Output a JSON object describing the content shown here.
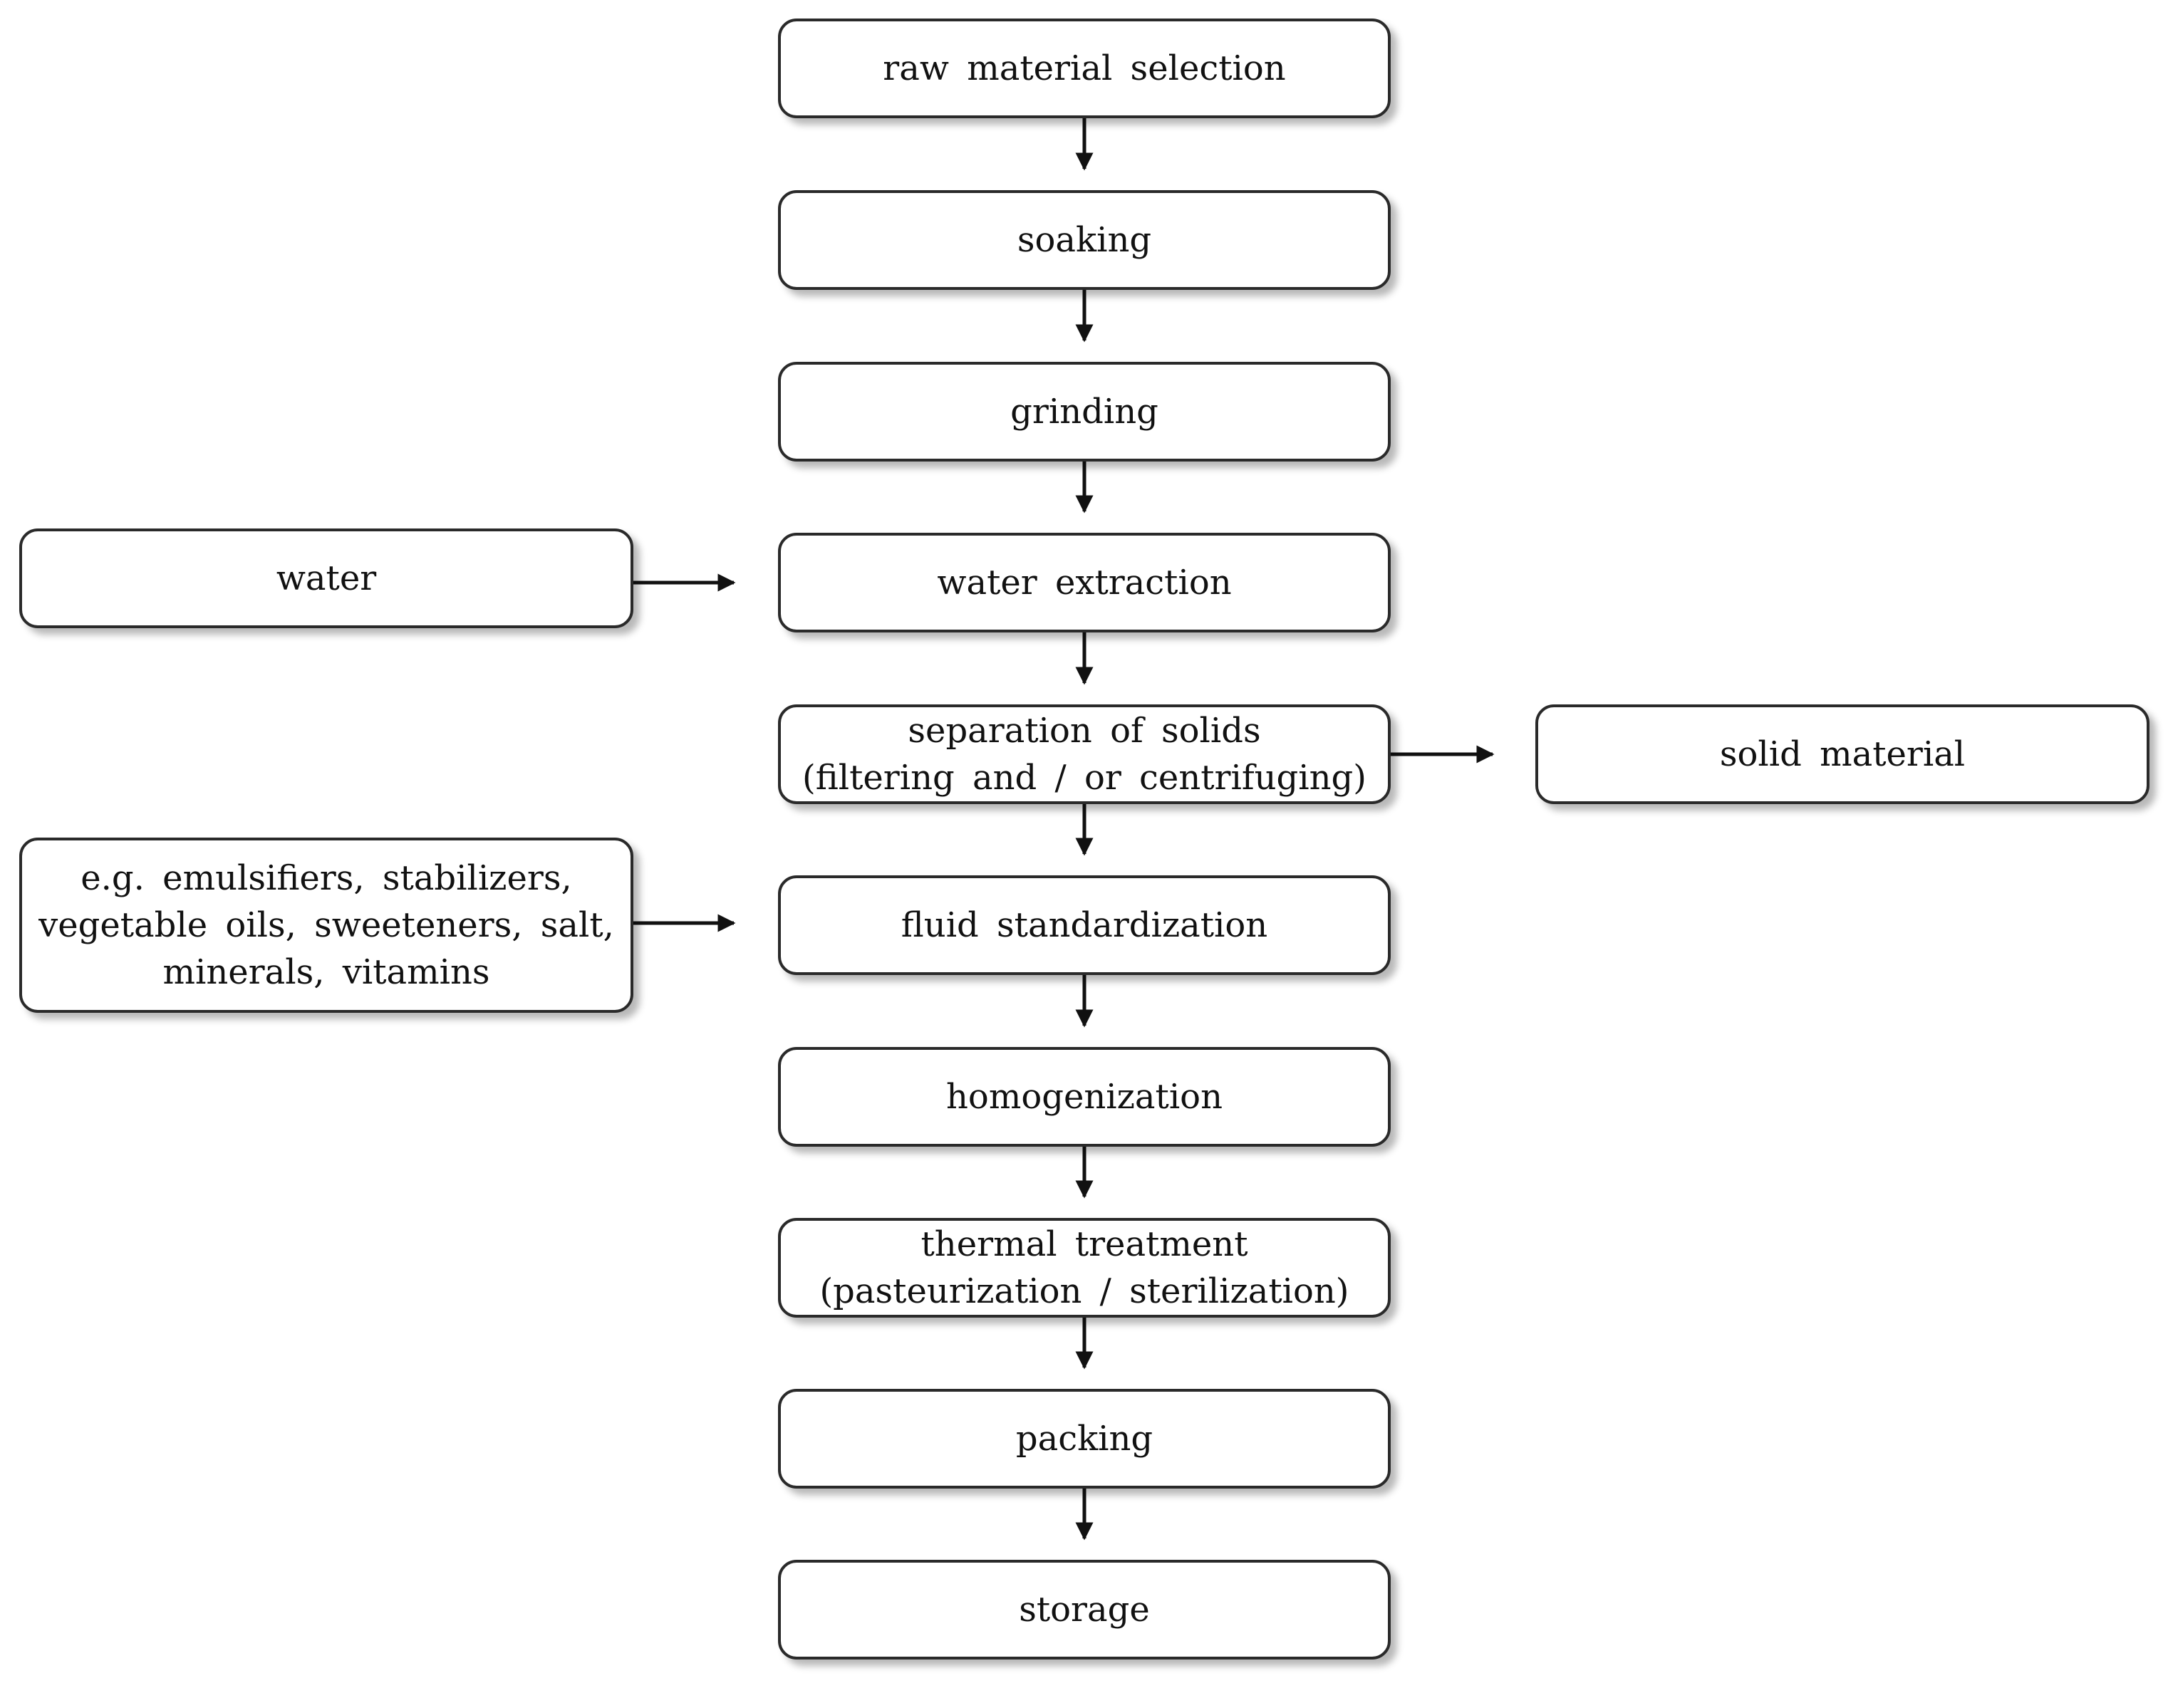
{
  "steps": [
    {
      "id": "raw-material-selection",
      "lines": [
        "raw material selection"
      ]
    },
    {
      "id": "soaking",
      "lines": [
        "soaking"
      ]
    },
    {
      "id": "grinding",
      "lines": [
        "grinding"
      ]
    },
    {
      "id": "water-extraction",
      "lines": [
        "water extraction"
      ]
    },
    {
      "id": "separation-of-solids",
      "lines": [
        "separation of solids",
        "(filtering and / or centrifuging)"
      ]
    },
    {
      "id": "fluid-standardization",
      "lines": [
        "fluid standardization"
      ]
    },
    {
      "id": "homogenization",
      "lines": [
        "homogenization"
      ]
    },
    {
      "id": "thermal-treatment",
      "lines": [
        "thermal treatment",
        "(pasteurization / sterilization)"
      ]
    },
    {
      "id": "packing",
      "lines": [
        "packing"
      ]
    },
    {
      "id": "storage",
      "lines": [
        "storage"
      ]
    }
  ],
  "inputs": {
    "water": {
      "lines": [
        "water"
      ],
      "feeds": "water-extraction"
    },
    "additives": {
      "lines": [
        "e.g. emulsifiers, stabilizers,",
        "vegetable oils, sweeteners, salt,",
        "minerals, vitamins"
      ],
      "feeds": "fluid-standardization"
    }
  },
  "outputs": {
    "solid_material": {
      "lines": [
        "solid material"
      ],
      "from": "separation-of-solids"
    }
  },
  "style": {
    "box_border": "#2a2a2a",
    "arrow_color": "#111111",
    "background": "#ffffff"
  }
}
